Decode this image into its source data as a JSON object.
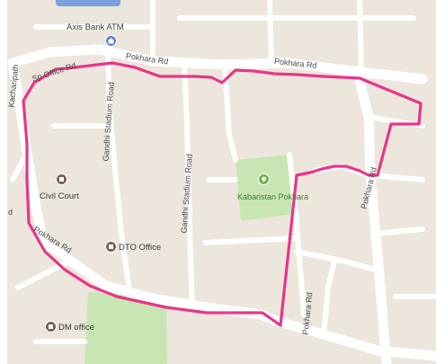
{
  "map": {
    "colors": {
      "land": "#ece6dc",
      "road": "#ffffff",
      "park": "#c8e6b4",
      "route": "#e8358a",
      "poi_civic": "#7b6054",
      "poi_bank": "#5b7fd6",
      "poi_park": "#6bb34a"
    },
    "road_labels": {
      "sp_office_rd": "Sp Office Rd",
      "pokhara_rd_top_left": "Pokhara Rd",
      "pokhara_rd_top_right": "Pokhara Rd",
      "pokhara_rd_left": "Pokhara Rd",
      "pokhara_rd_right": "Pokhara Rd",
      "pokhara_rd_bottom": "Pokhara Rd",
      "gandhi_stadium_road_1": "Gandhi Stadium Road",
      "gandhi_stadium_road_2": "Gandhi Stadium Road",
      "kacharipath": "Kacharipath",
      "edge_fragment": "d"
    },
    "poi": {
      "axis_bank_atm": "Axis Bank ATM",
      "civil_court": "Civil Court",
      "dto_office": "DTO Office",
      "dm_office": "DM office",
      "kabaristan_pokhara": "Kabaristan Pokhara"
    },
    "icons": {
      "bank": "bank-icon",
      "civic": "government-building-icon",
      "park": "park-tree-icon"
    }
  }
}
